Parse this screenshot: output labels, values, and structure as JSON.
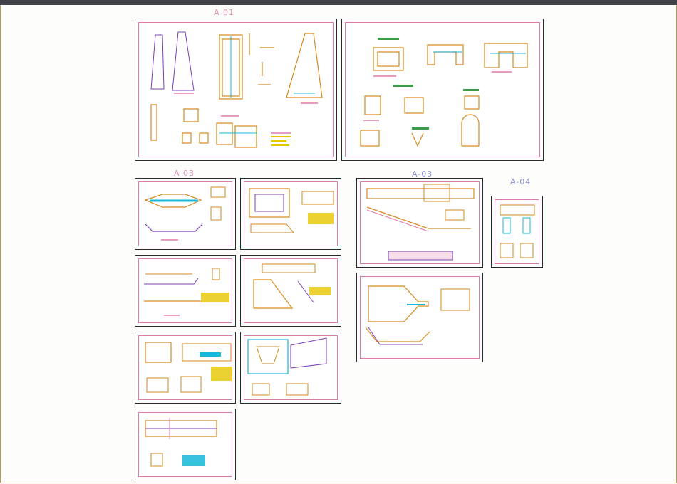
{
  "labels": {
    "a01": "A 01",
    "a03_left": "A 03",
    "a03_right": "A-03",
    "a04": "A-04"
  },
  "colors": {
    "label_pink": "#e58fb3",
    "label_blue": "#8d93d8",
    "sheet_border": "#e07aa8",
    "detail_orange": "#d68a1e",
    "detail_yellow": "#e7c600",
    "detail_cyan": "#16b7d8",
    "detail_purple": "#7b3fb6",
    "detail_green": "#3c9c4a"
  }
}
